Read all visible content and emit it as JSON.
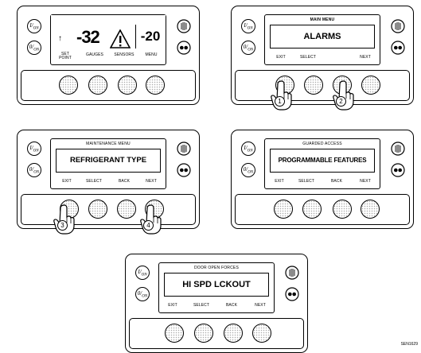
{
  "panels": [
    {
      "id": "standard",
      "menu_title": "",
      "screen_text": "",
      "main_temp": "-32",
      "set_temp": "-20",
      "soft_keys": [
        "SET POINT",
        "GAUGES",
        "SENSORS",
        "MENU"
      ],
      "side_left": [
        "I/ON",
        "0/ON"
      ],
      "side_right": [
        "defrost-icon",
        "dual-dot-icon"
      ]
    },
    {
      "id": "main-menu",
      "menu_title": "MAIN MENU",
      "screen_text": "ALARMS",
      "soft_keys": [
        "EXIT",
        "SELECT",
        "",
        "NEXT"
      ],
      "side_left": [
        "I/ON",
        "0/ON"
      ],
      "side_right": [
        "defrost-icon",
        "dual-dot-icon"
      ]
    },
    {
      "id": "maintenance-menu",
      "menu_title": "MAINTENANCE MENU",
      "screen_text": "REFRIGERANT TYPE",
      "soft_keys": [
        "EXIT",
        "SELECT",
        "BACK",
        "NEXT"
      ],
      "side_left": [
        "I/ON",
        "0/ON"
      ],
      "side_right": [
        "defrost-icon",
        "dual-dot-icon"
      ]
    },
    {
      "id": "guarded-access",
      "menu_title": "GUARDED ACCESS",
      "screen_text": "PROGRAMMABLE FEATURES",
      "soft_keys": [
        "EXIT",
        "SELECT",
        "BACK",
        "NEXT"
      ],
      "side_left": [
        "I/ON",
        "0/ON"
      ],
      "side_right": [
        "defrost-icon",
        "dual-dot-icon"
      ]
    },
    {
      "id": "door-open-forces",
      "menu_title": "DOOR OPEN FORCES",
      "screen_text": "HI SPD LCKOUT",
      "soft_keys": [
        "EXIT",
        "SELECT",
        "BACK",
        "NEXT"
      ],
      "side_left": [
        "I/ON",
        "0/ON"
      ],
      "side_right": [
        "defrost-icon",
        "dual-dot-icon"
      ]
    }
  ],
  "callouts": [
    "1",
    "2",
    "3",
    "4"
  ],
  "figure_code": "SEN1629"
}
